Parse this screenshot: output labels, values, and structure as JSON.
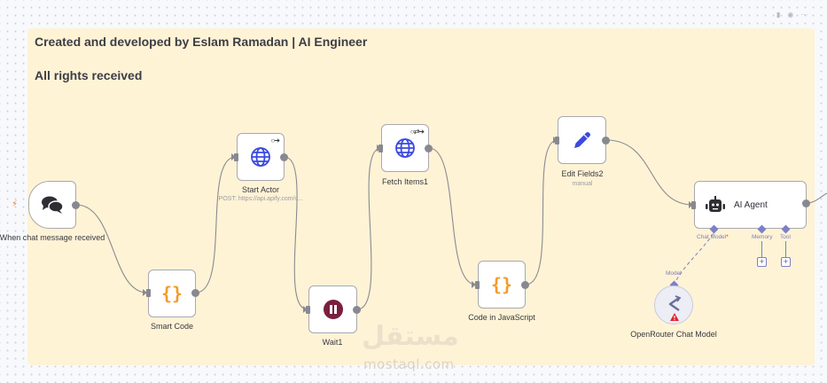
{
  "sticky_note": {
    "line1": "Created and developed by Eslam Ramadan | AI Engineer",
    "line2": "All rights received"
  },
  "corner_toolbar": {
    "icons": [
      "trash-icon",
      "power-icon",
      "more-icon"
    ]
  },
  "nodes": {
    "trigger": {
      "label": "When chat message received",
      "icon": "chat-bubbles-icon",
      "badge": "lightning-icon"
    },
    "smart_code": {
      "label": "Smart Code",
      "icon": "braces-icon"
    },
    "start_actor": {
      "label": "Start Actor",
      "subtitle": "POST: https://api.apify.com/v...",
      "icon": "globe-icon",
      "badge": "○➔"
    },
    "wait": {
      "label": "Wait1",
      "icon": "pause-icon"
    },
    "fetch_items": {
      "label": "Fetch Items1",
      "icon": "globe-icon",
      "badge": "○⇄➔"
    },
    "code_js": {
      "label": "Code in JavaScript",
      "icon": "braces-icon"
    },
    "edit_fields": {
      "label": "Edit Fields2",
      "subtitle": "manual",
      "icon": "pencil-icon"
    },
    "ai_agent": {
      "label": "AI Agent",
      "icon": "robot-icon",
      "ports": {
        "chat_model": "Chat Model",
        "required_mark": "*",
        "memory": "Memory",
        "tool": "Tool"
      },
      "add_symbol": "+"
    },
    "openrouter": {
      "label": "OpenRouter Chat Model",
      "port": "Model",
      "icon": "openrouter-icon",
      "warning": "warning-icon"
    }
  },
  "watermark": {
    "arabic": "مستقل",
    "latin": "mostaql.com"
  },
  "colors": {
    "sticky_bg": "#fff3d6",
    "accent_orange": "#f39c2a",
    "globe_blue": "#3b49df",
    "wait_maroon": "#7a1f3d",
    "ai_port": "#7c80c8",
    "warning_red": "#e0242f"
  }
}
